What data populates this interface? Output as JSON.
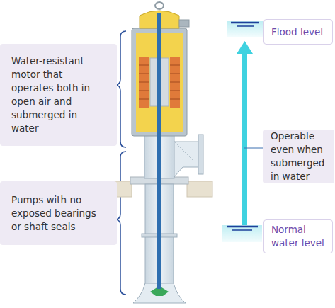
{
  "diagram": {
    "nodes": [
      {
        "text": [
          "Water-resistant motor that operates both in open air and submerged in water"
        ]
      },
      {
        "text": [
          "Pumps with no exposed bearings or shaft seals"
        ]
      },
      {
        "text": [
          "Flood level"
        ]
      },
      {
        "text": [
          "Operable even when submerged in water"
        ]
      },
      {
        "text": [
          "Normal water level"
        ]
      }
    ]
  }
}
